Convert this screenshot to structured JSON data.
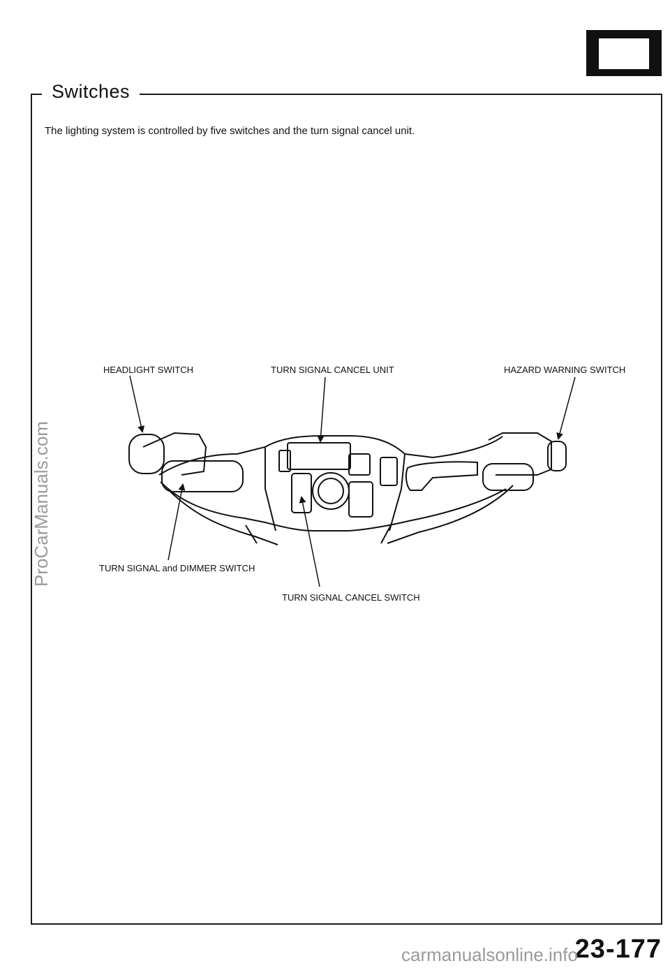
{
  "battery_icon": {
    "minus": "–",
    "plus": "+"
  },
  "section": {
    "title": "Switches"
  },
  "intro_text": "The lighting system is controlled by five switches and the turn signal cancel unit.",
  "labels": {
    "headlight_switch": "HEADLIGHT SWITCH",
    "turn_signal_cancel_unit": "TURN SIGNAL CANCEL UNIT",
    "hazard_warning_switch": "HAZARD WARNING SWITCH",
    "turn_signal_dimmer_switch": "TURN SIGNAL and DIMMER SWITCH",
    "turn_signal_cancel_switch": "TURN SIGNAL CANCEL SWITCH"
  },
  "page_number": "23-177",
  "watermarks": {
    "side": "ProCarManuals.com",
    "bottom": "carmanualsonline.info"
  }
}
